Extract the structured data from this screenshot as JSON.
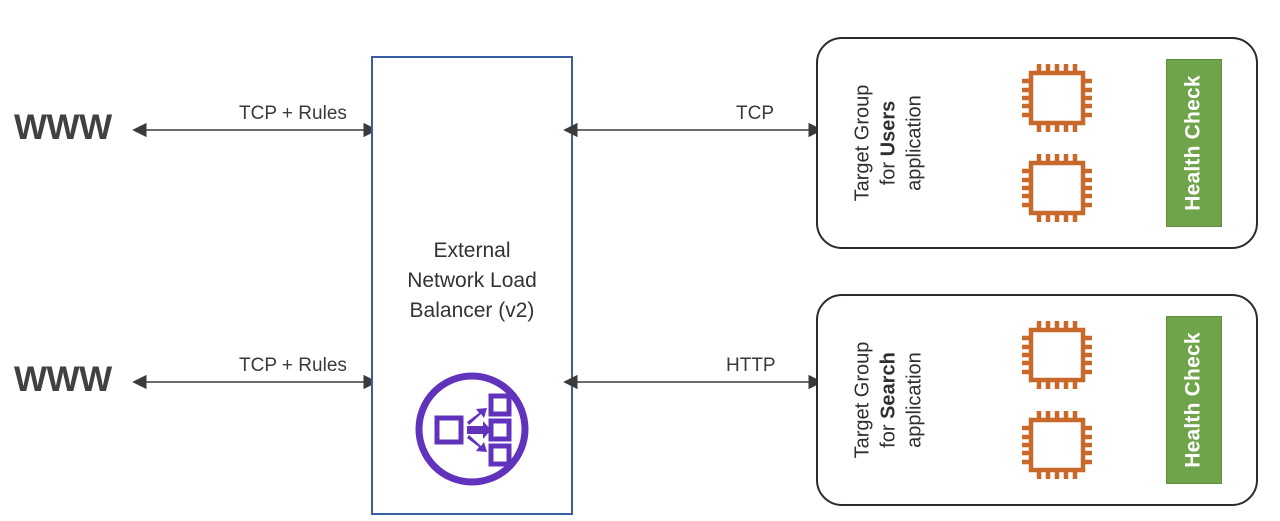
{
  "diagram": {
    "title": "External Network Load Balancer (v2) architecture",
    "colors": {
      "lb_box_border": "#3a5fa0",
      "lb_icon_purple": "#6133bd",
      "target_group_border": "#2b2b2b",
      "chip_orange": "#c8682a",
      "health_check_green": "#6fa44a",
      "health_check_text": "#ffffff",
      "www_text": "#414141",
      "arrow": "#3a3a3a",
      "background": "#ffffff"
    }
  },
  "clients": [
    {
      "id": "www-top",
      "label": "WWW"
    },
    {
      "id": "www-bottom",
      "label": "WWW"
    }
  ],
  "load_balancer": {
    "title_lines": [
      "External",
      "Network Load",
      "Balancer (v2)"
    ],
    "title": "External Network Load Balancer (v2)",
    "icon": "load-balancer-icon"
  },
  "connections": {
    "ingress": [
      {
        "id": "ingress-top",
        "label": "TCP + Rules",
        "direction": "bidirectional"
      },
      {
        "id": "ingress-bottom",
        "label": "TCP + Rules",
        "direction": "bidirectional"
      }
    ],
    "egress": [
      {
        "id": "egress-users",
        "label": "TCP",
        "direction": "bidirectional"
      },
      {
        "id": "egress-search",
        "label": "HTTP",
        "direction": "bidirectional"
      }
    ]
  },
  "target_groups": [
    {
      "id": "tg-users",
      "caption_prefix": "Target Group\nfor ",
      "caption_line1": "Target Group",
      "caption_line2_prefix": "for ",
      "caption_emphasis": "Users",
      "caption_line3": "application",
      "caption_full": "Target Group for Users application",
      "instances": [
        "chip-icon",
        "chip-icon"
      ],
      "instance_count": 2,
      "health_check_label": "Health Check"
    },
    {
      "id": "tg-search",
      "caption_prefix": "Target Group\nfor ",
      "caption_line1": "Target Group",
      "caption_line2_prefix": "for ",
      "caption_emphasis": "Search",
      "caption_line3": "application",
      "caption_full": "Target Group for Search application",
      "instances": [
        "chip-icon",
        "chip-icon"
      ],
      "instance_count": 2,
      "health_check_label": "Health Check"
    }
  ]
}
